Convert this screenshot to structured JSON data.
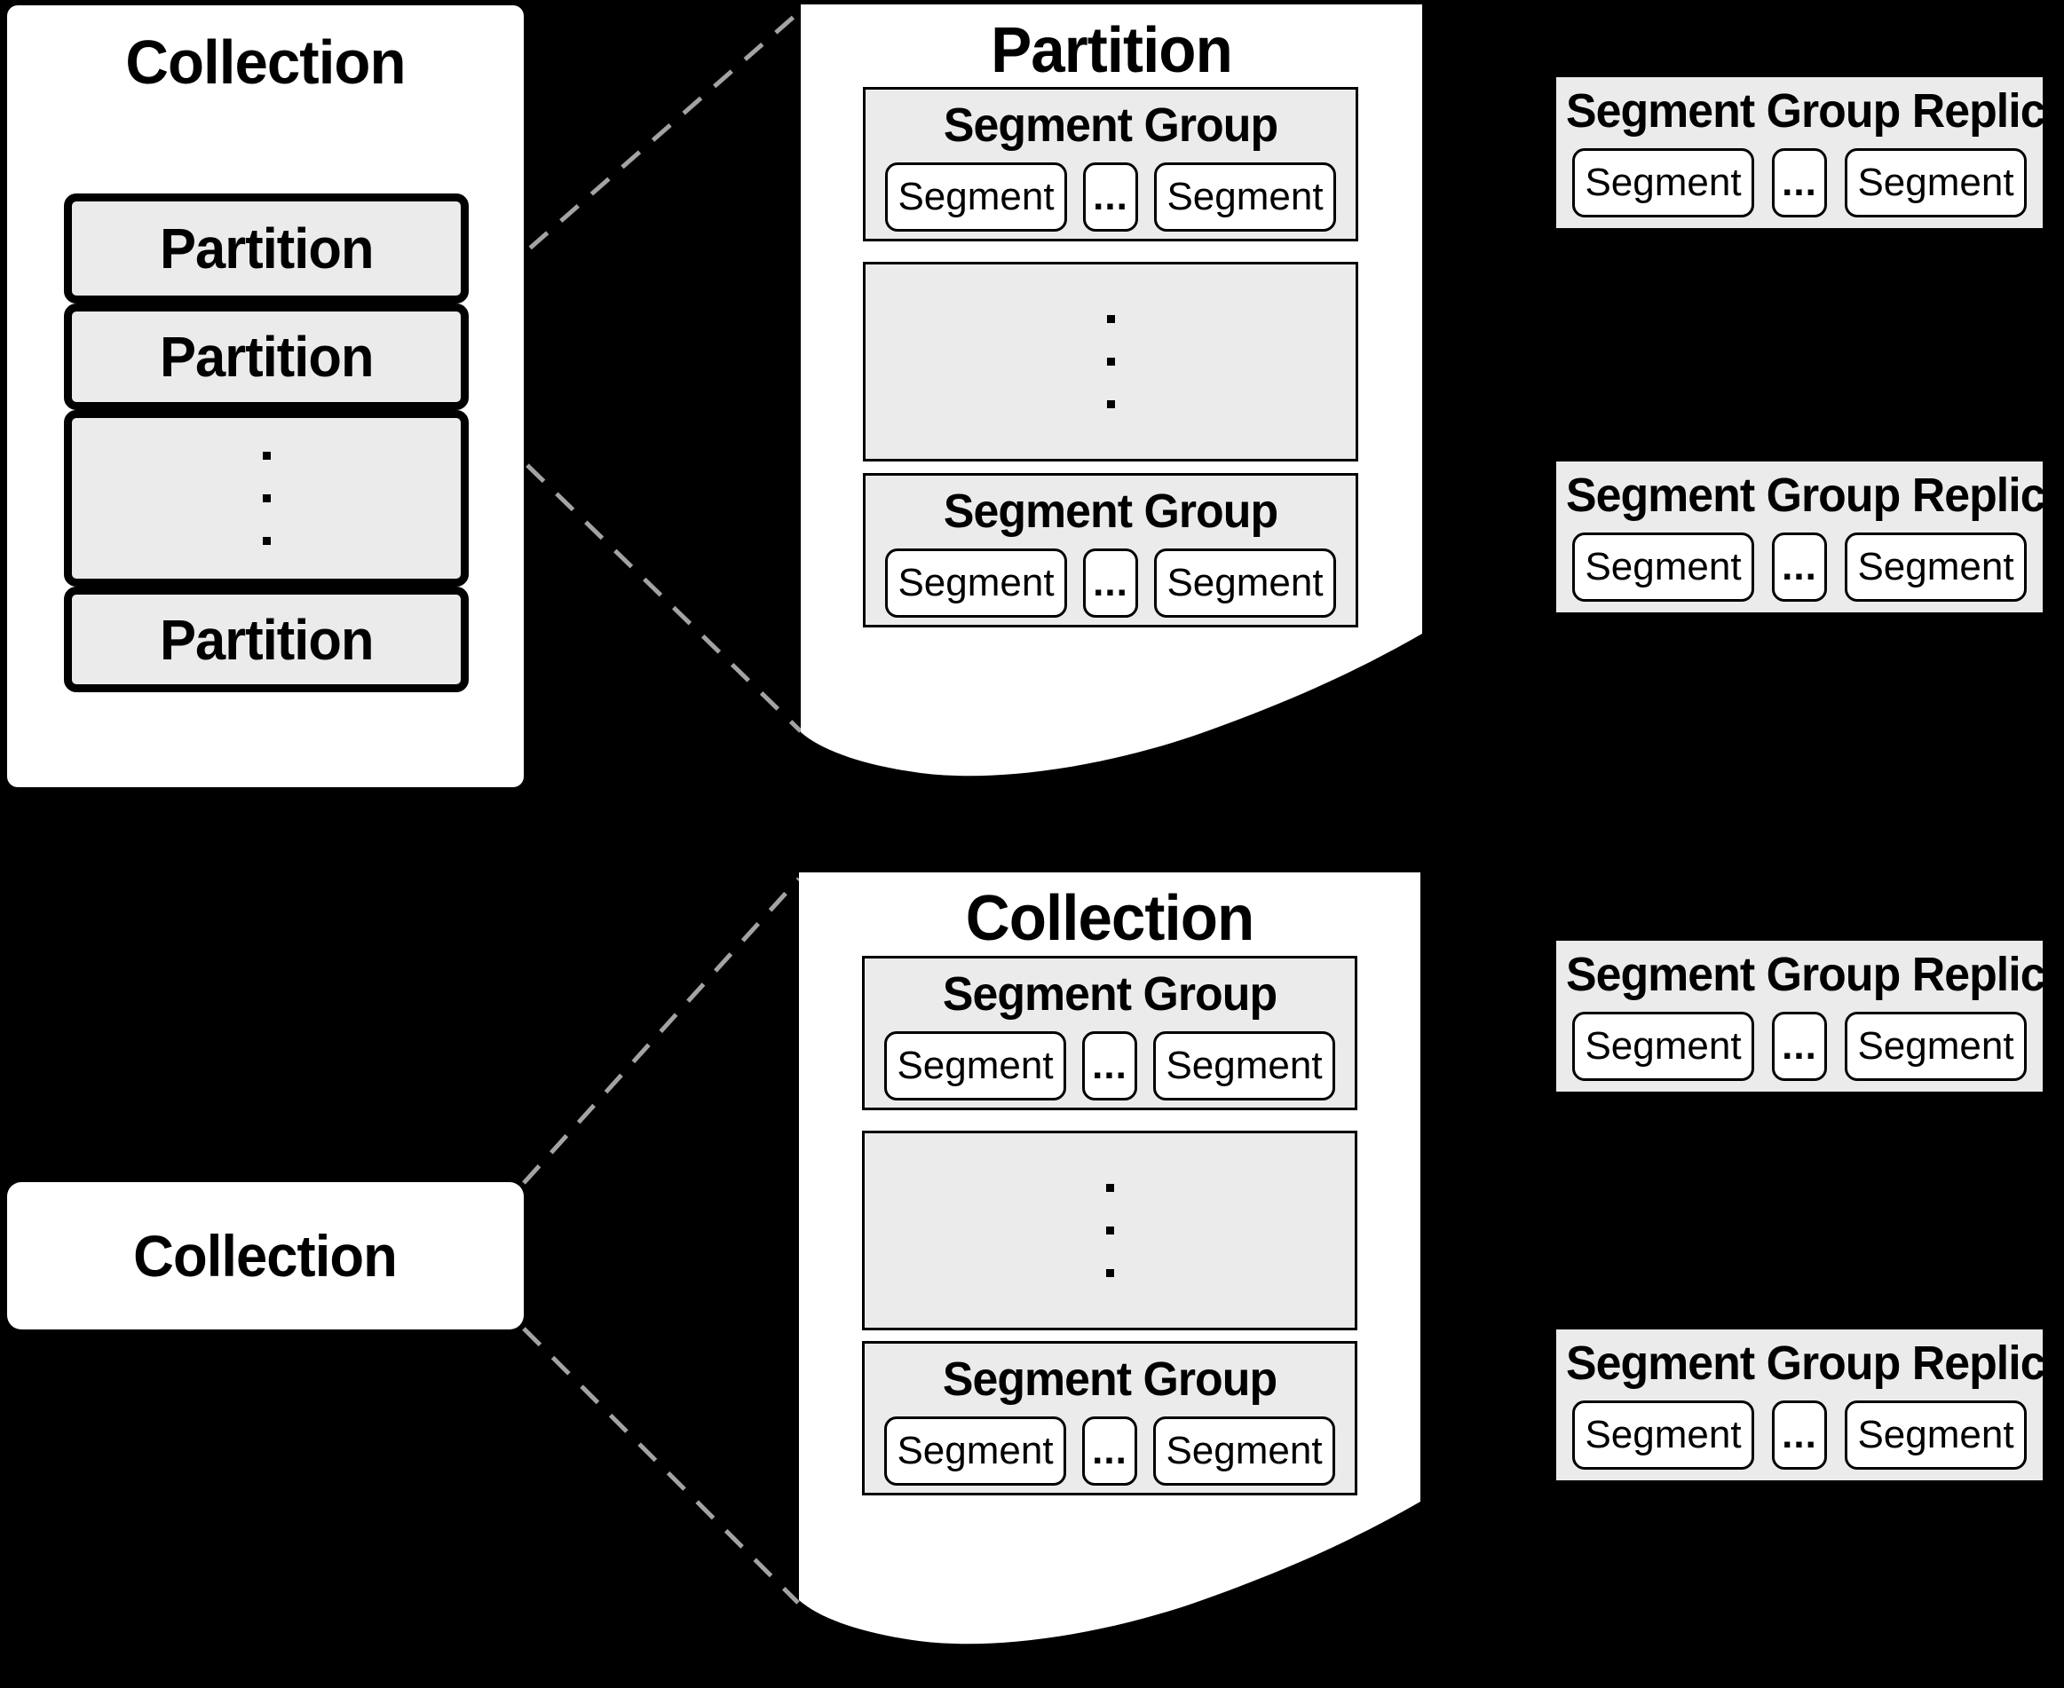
{
  "colors": {
    "background": "#000000",
    "surface": "#ffffff",
    "box_fill": "#ebebeb",
    "outline": "#000000",
    "connector_dashed": "#a3a3a3"
  },
  "collection_panel": {
    "title": "Collection",
    "partitions": [
      "Partition",
      "Partition",
      "Partition"
    ]
  },
  "partition_paper": {
    "title": "Partition",
    "segment_groups": [
      {
        "title": "Segment Group",
        "segments": [
          "Segment",
          "...",
          "Segment"
        ]
      },
      {
        "title": "Segment Group",
        "segments": [
          "Segment",
          "...",
          "Segment"
        ]
      }
    ]
  },
  "collection_box": {
    "title": "Collection"
  },
  "collection_paper": {
    "title": "Collection",
    "segment_groups": [
      {
        "title": "Segment Group",
        "segments": [
          "Segment",
          "...",
          "Segment"
        ]
      },
      {
        "title": "Segment Group",
        "segments": [
          "Segment",
          "...",
          "Segment"
        ]
      }
    ]
  },
  "replicas": [
    {
      "title": "Segment Group Replica",
      "segments": [
        "Segment",
        "...",
        "Segment"
      ]
    },
    {
      "title": "Segment Group Replica",
      "segments": [
        "Segment",
        "...",
        "Segment"
      ]
    },
    {
      "title": "Segment Group Replica",
      "segments": [
        "Segment",
        "...",
        "Segment"
      ]
    },
    {
      "title": "Segment Group Replica",
      "segments": [
        "Segment",
        "...",
        "Segment"
      ]
    }
  ]
}
